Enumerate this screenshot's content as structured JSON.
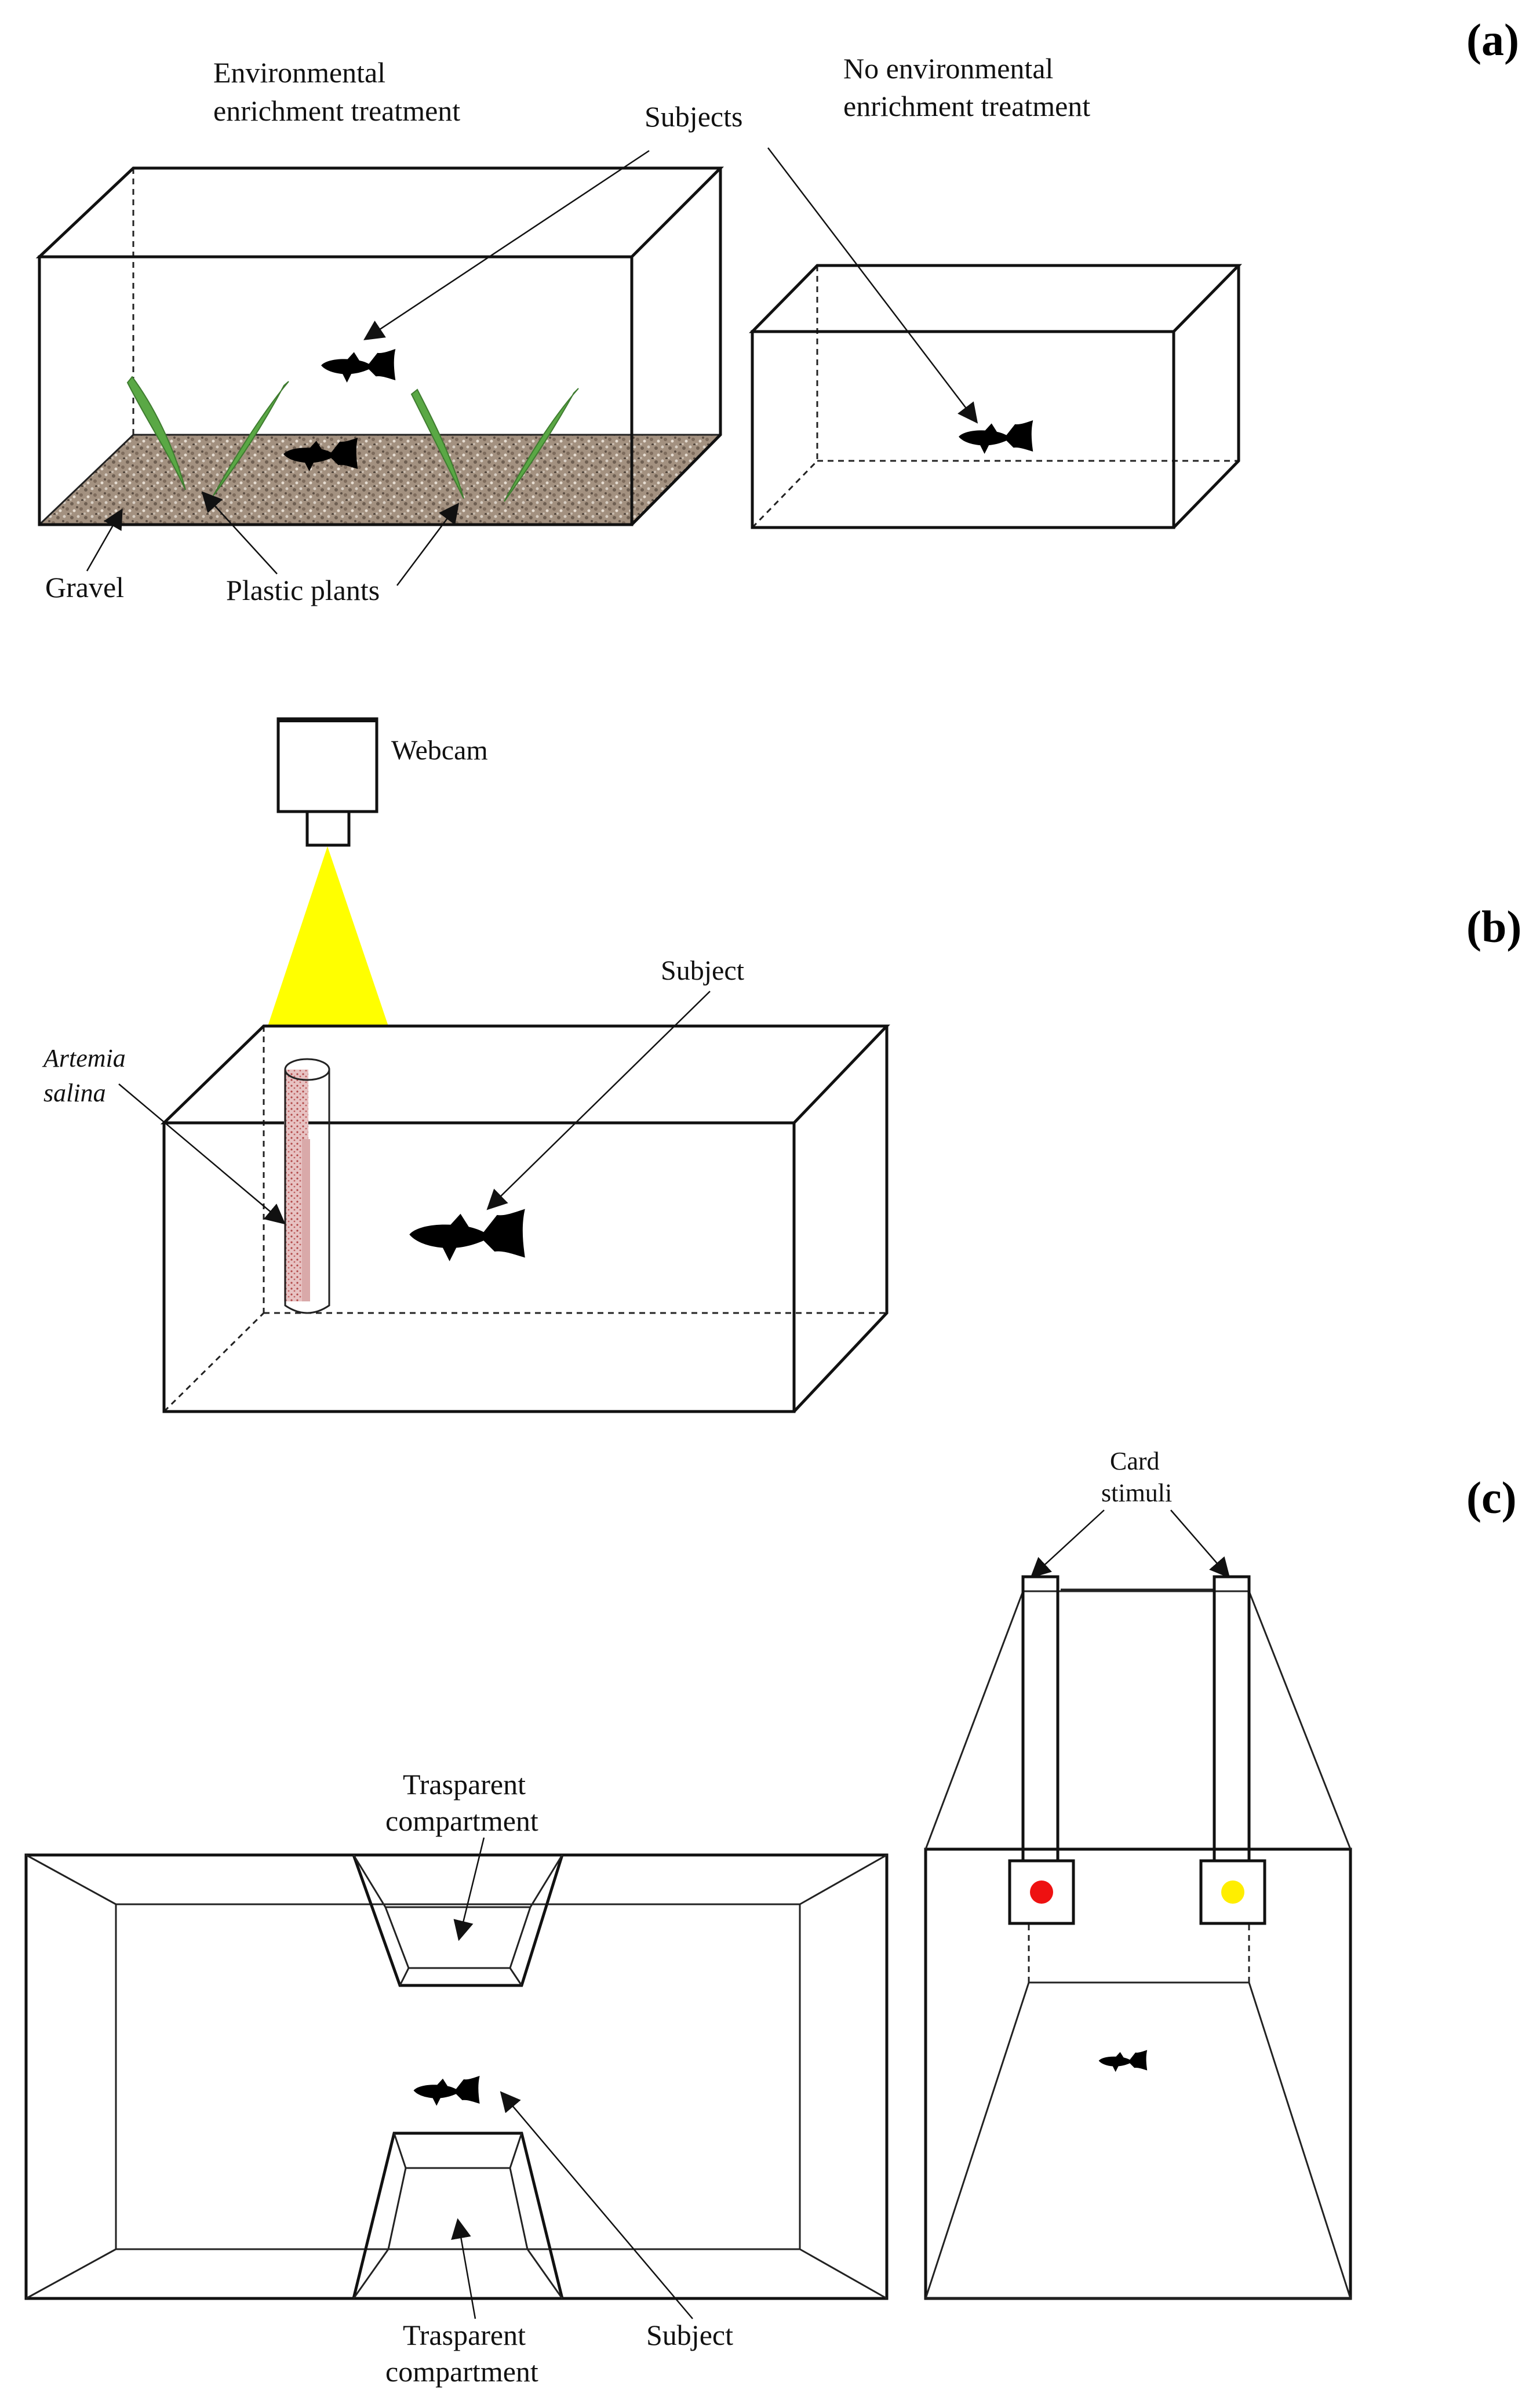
{
  "panels": {
    "a": {
      "label": "(a)",
      "enriched_title_line1": "Environmental",
      "enriched_title_line2": "enrichment treatment",
      "plain_title_line1": "No environmental",
      "plain_title_line2": "enrichment treatment",
      "subjects": "Subjects",
      "gravel": "Gravel",
      "plastic_plants": "Plastic plants"
    },
    "b": {
      "label": "(b)",
      "webcam": "Webcam",
      "subject": "Subject",
      "artemia_line1": "Artemia",
      "artemia_line2": "salina"
    },
    "c": {
      "label": "(c)",
      "compartment_top_line1": "Trasparent",
      "compartment_top_line2": "compartment",
      "compartment_bottom_line1": "Trasparent",
      "compartment_bottom_line2": "compartment",
      "subject": "Subject",
      "card_line1": "Card",
      "card_line2": "stimuli"
    }
  },
  "colors": {
    "plant": "#5aa845",
    "gravel": "#9b8a78",
    "light_cone": "#ffff00",
    "artemia": "#c98a8a",
    "card_red": "#ee1111",
    "card_yellow": "#ffee00",
    "fish": "#000000"
  }
}
